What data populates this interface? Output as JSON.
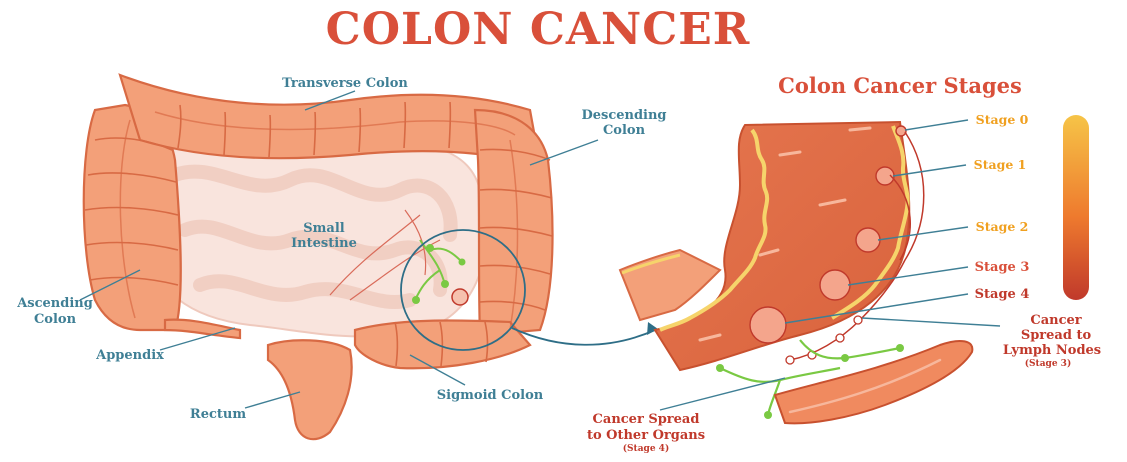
{
  "title": "COLON CANCER",
  "stages_title": "Colon Cancer Stages",
  "anatomy_labels": {
    "transverse": "Transverse Colon",
    "descending_1": "Descending",
    "descending_2": "Colon",
    "small_1": "Small",
    "small_2": "Intestine",
    "ascending_1": "Ascending",
    "ascending_2": "Colon",
    "appendix": "Appendix",
    "rectum": "Rectum",
    "sigmoid": "Sigmoid Colon"
  },
  "stages": [
    "Stage 0",
    "Stage 1",
    "Stage 2",
    "Stage 3",
    "Stage 4"
  ],
  "lymph_label": {
    "line1": "Cancer",
    "line2": "Spread to",
    "line3": "Lymph Nodes",
    "note": "(Stage 3)"
  },
  "organs_label": {
    "line1": "Cancer Spread",
    "line2": "to Other Organs",
    "note": "(Stage 4)"
  },
  "colors": {
    "colon_fill": "#f3a079",
    "colon_stroke": "#d86a44",
    "intestine": "#f9e4dd",
    "tumor": "#f2a38a",
    "gradient_top": "#f6c447",
    "gradient_bottom": "#c0392b",
    "blue_label": "#3f7f95",
    "stage_label": "#f0a020",
    "red_label": "#c0392b"
  }
}
